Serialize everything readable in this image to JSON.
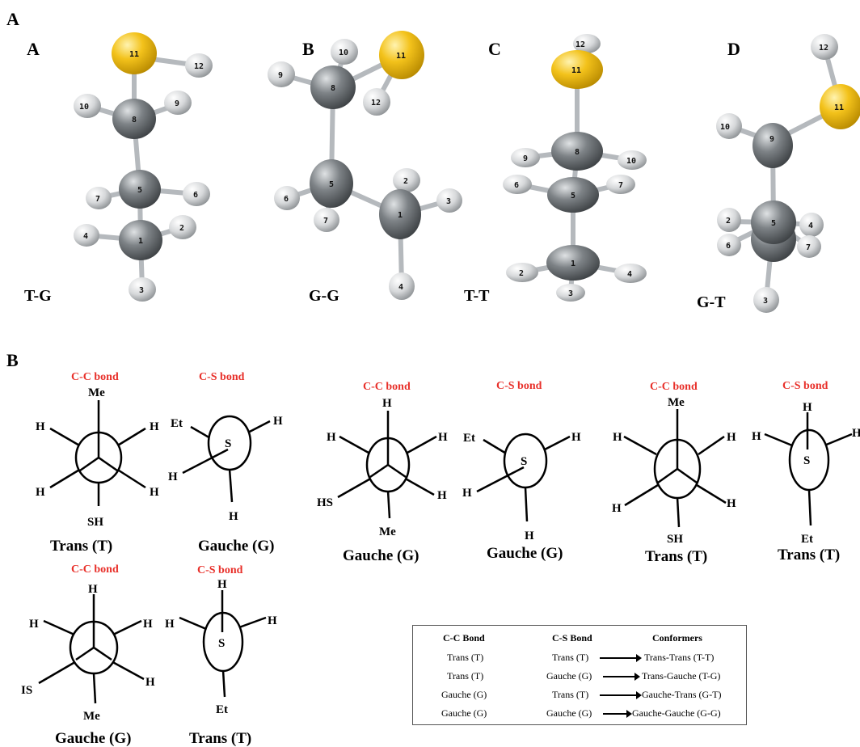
{
  "panel_a": {
    "label": "A",
    "structures": [
      {
        "letter": "A",
        "conformer": "T-G"
      },
      {
        "letter": "B",
        "conformer": "G-G"
      },
      {
        "letter": "C",
        "conformer": "T-T"
      },
      {
        "letter": "D",
        "conformer": "G-T"
      }
    ],
    "atom_numbers": [
      "1",
      "2",
      "3",
      "4",
      "5",
      "6",
      "7",
      "8",
      "9",
      "10",
      "11",
      "12"
    ],
    "colors": {
      "carbon": "#6f7478",
      "hydrogen": "#d8dadc",
      "sulfur": "#f2c21a",
      "bond": "#b8bcc0"
    }
  },
  "panel_b": {
    "label": "B",
    "bond_titles": {
      "cc": "C-C bond",
      "cs": "C-S bond"
    },
    "title_color": "#e8302a",
    "groups": {
      "me": "Me",
      "sh": "SH",
      "hs": "HS",
      "et": "Et",
      "h": "H",
      "s": "S",
      "is": "IS"
    },
    "captions": {
      "p1": "Trans (T)",
      "p2": "Gauche (G)",
      "p3": "Gauche (G)",
      "p4": "Gauche (G)",
      "p5": "Trans (T)",
      "p6": "Trans (T)",
      "p7": "Gauche (G)",
      "p8": "Trans (T)"
    }
  },
  "legend": {
    "headers": [
      "C-C Bond",
      "C-S Bond",
      "Conformers"
    ],
    "rows": [
      {
        "cc": "Trans (T)",
        "cs": "Trans (T)",
        "conformer": "Trans-Trans  (T-T)"
      },
      {
        "cc": "Trans (T)",
        "cs": "Gauche (G)",
        "conformer": "Trans-Gauche  (T-G)"
      },
      {
        "cc": "Gauche (G)",
        "cs": "Trans (T)",
        "conformer": "Gauche-Trans  (G-T)"
      },
      {
        "cc": "Gauche (G)",
        "cs": "Gauche (G)",
        "conformer": "Gauche-Gauche  (G-G)"
      }
    ]
  }
}
